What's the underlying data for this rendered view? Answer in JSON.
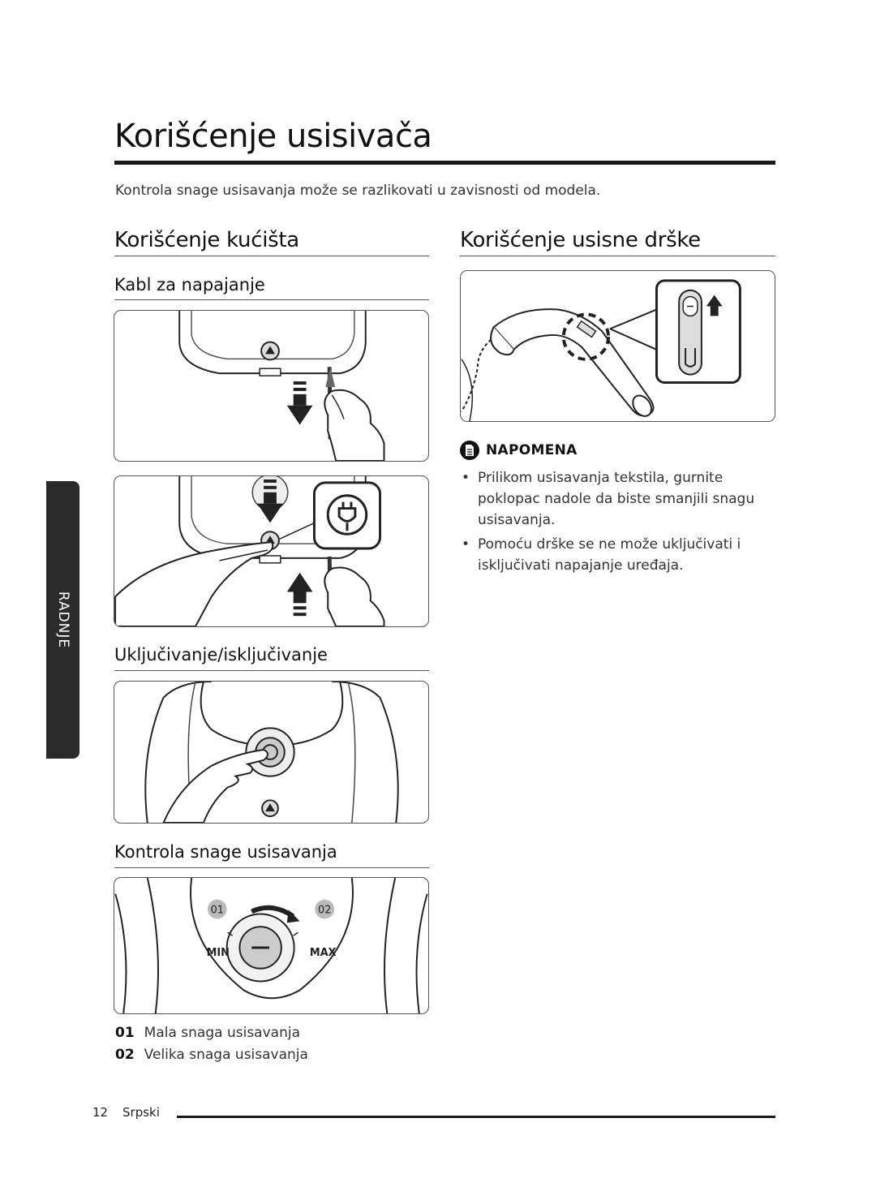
{
  "page": {
    "title": "Korišćenje usisivača",
    "intro": "Kontrola snage usisavanja može se razlikovati u zavisnosti od modela."
  },
  "left": {
    "heading": "Korišćenje kućišta",
    "sub_power_cable": "Kabl za napajanje",
    "sub_on_off": "Uključivanje/isključivanje",
    "sub_suction": "Kontrola snage usisavanja",
    "dial": {
      "label_01": "01",
      "label_02": "02",
      "min": "MIN",
      "max": "MAX"
    },
    "legend": [
      {
        "num": "01",
        "text": "Mala snaga usisavanja"
      },
      {
        "num": "02",
        "text": "Velika snaga usisavanja"
      }
    ]
  },
  "right": {
    "heading": "Korišćenje usisne drške",
    "note": {
      "label": "NAPOMENA",
      "items": [
        "Prilikom usisavanja tekstila, gurnite poklopac nadole da biste smanjili snagu usisavanja.",
        "Pomoću drške se ne može uključivati i isključivati napajanje uređaja."
      ]
    }
  },
  "side_tab": "RADNJE",
  "footer": {
    "page_number": "12",
    "language": "Srpski"
  }
}
